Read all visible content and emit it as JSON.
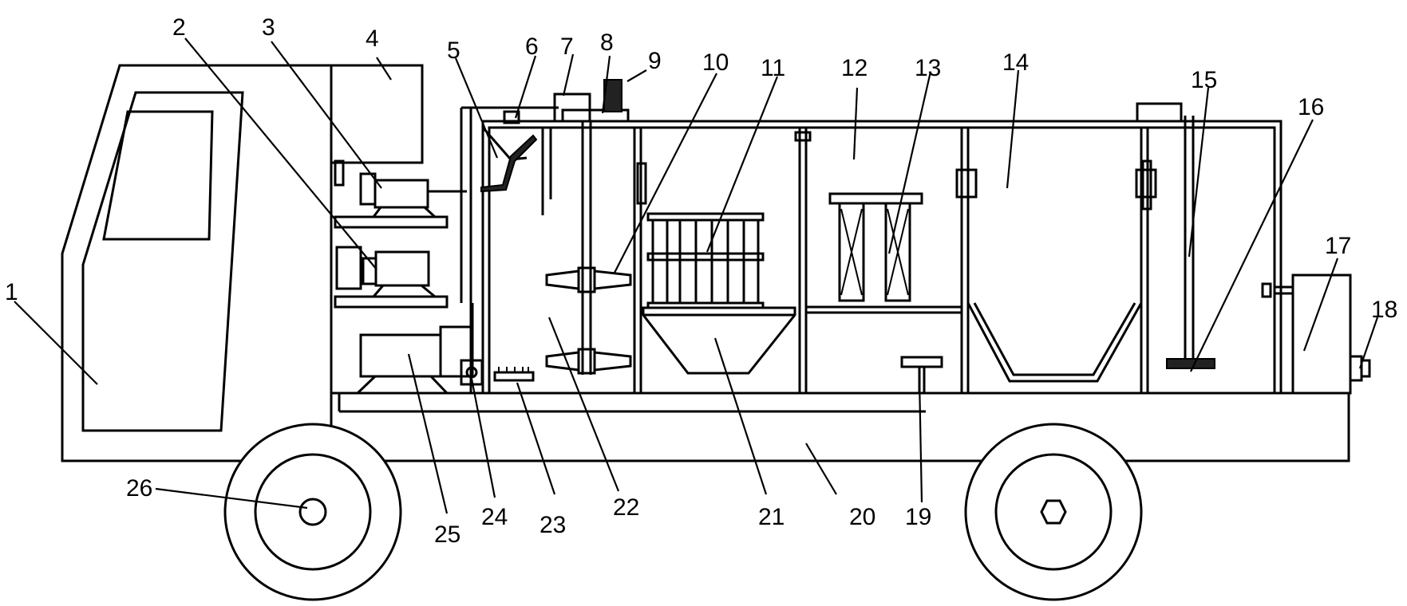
{
  "labels": [
    "1",
    "2",
    "3",
    "4",
    "5",
    "6",
    "7",
    "8",
    "9",
    "10",
    "11",
    "12",
    "13",
    "14",
    "15",
    "16",
    "17",
    "18",
    "19",
    "20",
    "21",
    "22",
    "23",
    "24",
    "25",
    "26"
  ]
}
